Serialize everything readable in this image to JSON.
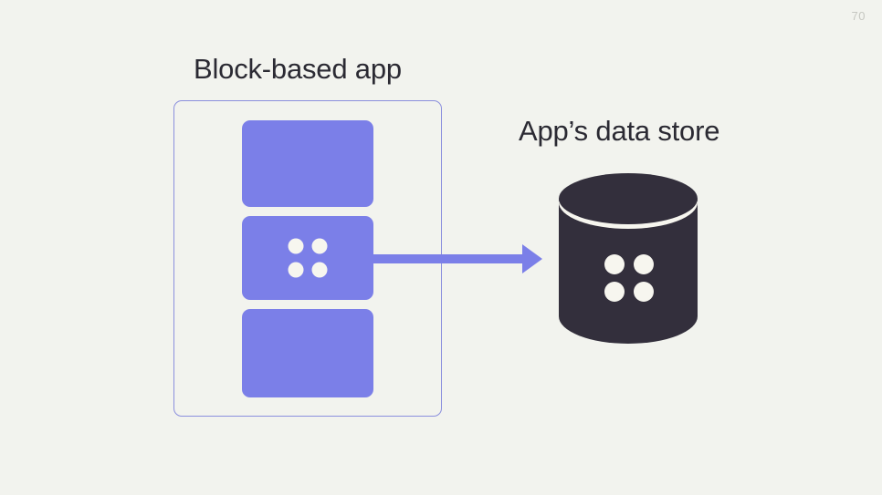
{
  "slide": {
    "page_number": "70",
    "background_color": "#f2f3ee",
    "text_color": "#2b2a33"
  },
  "app_panel": {
    "title": "Block-based app",
    "border_color": "#8b8fdd",
    "block_color": "#7b7fe8",
    "dot_color": "#f7f6ef",
    "blocks": [
      {
        "id": "block-1",
        "has_dots": false
      },
      {
        "id": "block-2",
        "has_dots": true
      },
      {
        "id": "block-3",
        "has_dots": false
      }
    ]
  },
  "connector": {
    "icon": "arrow-right-icon",
    "color": "#7b7fe8",
    "direction": "right"
  },
  "data_store": {
    "title": "App’s data store",
    "icon": "database-cylinder-icon",
    "body_color": "#332f3c",
    "highlight_color": "#f7f6ef",
    "dot_color": "#f7f6ef"
  }
}
